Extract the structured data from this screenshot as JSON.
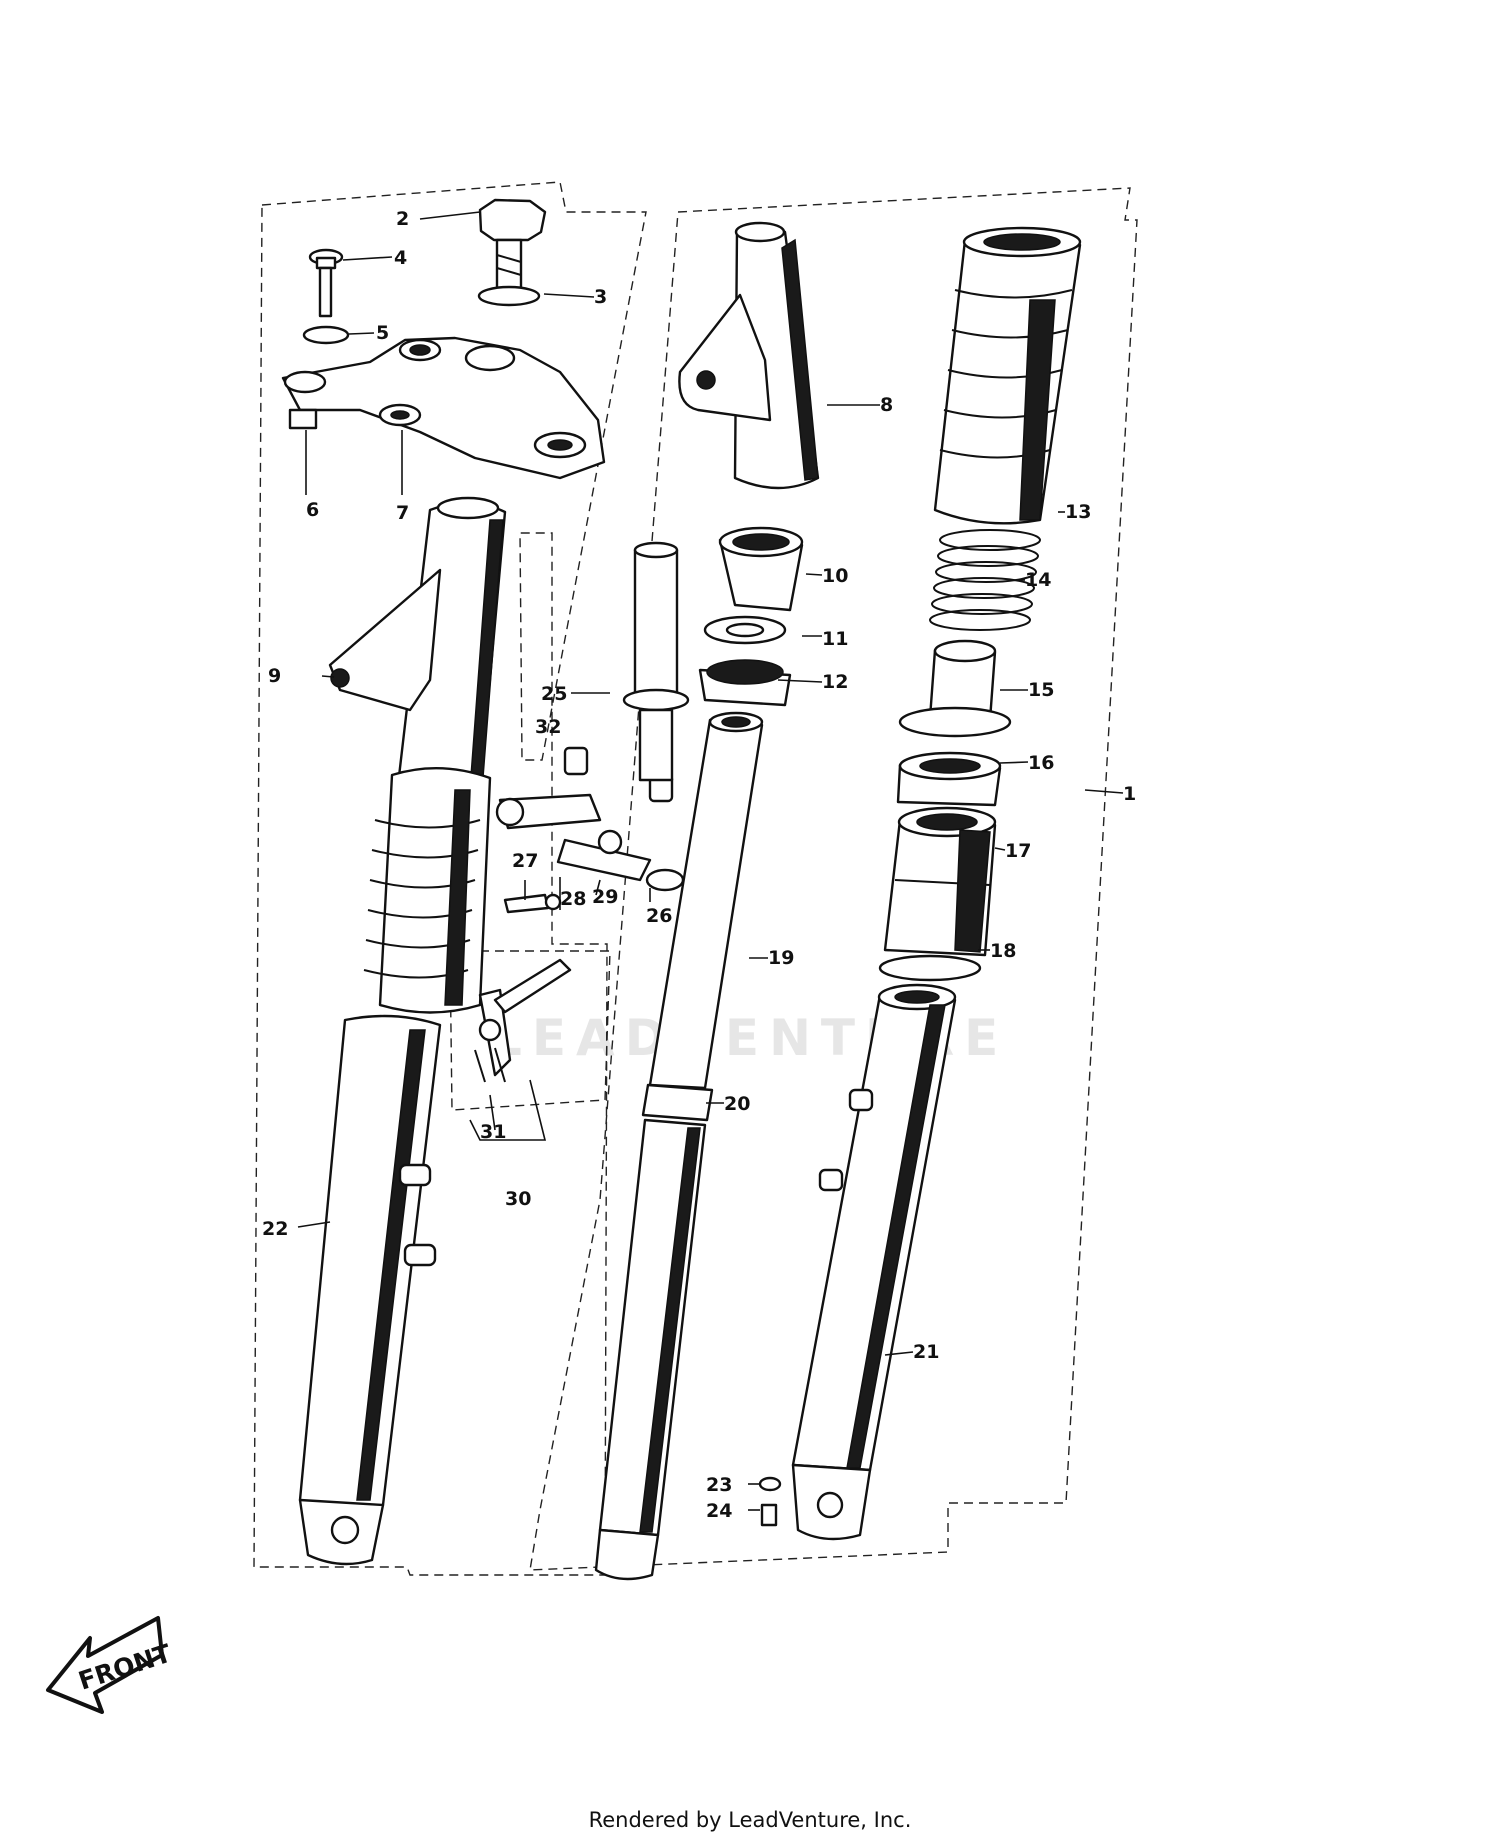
{
  "watermark": "LEADVENTURE",
  "front_label": "FRONT",
  "footer": "Rendered by LeadVenture, Inc.",
  "callouts": [
    "1",
    "2",
    "3",
    "4",
    "5",
    "6",
    "7",
    "8",
    "9",
    "10",
    "11",
    "12",
    "13",
    "14",
    "15",
    "16",
    "17",
    "18",
    "19",
    "20",
    "21",
    "22",
    "23",
    "24",
    "25",
    "32",
    "26",
    "27",
    "28",
    "29",
    "30",
    "31"
  ]
}
